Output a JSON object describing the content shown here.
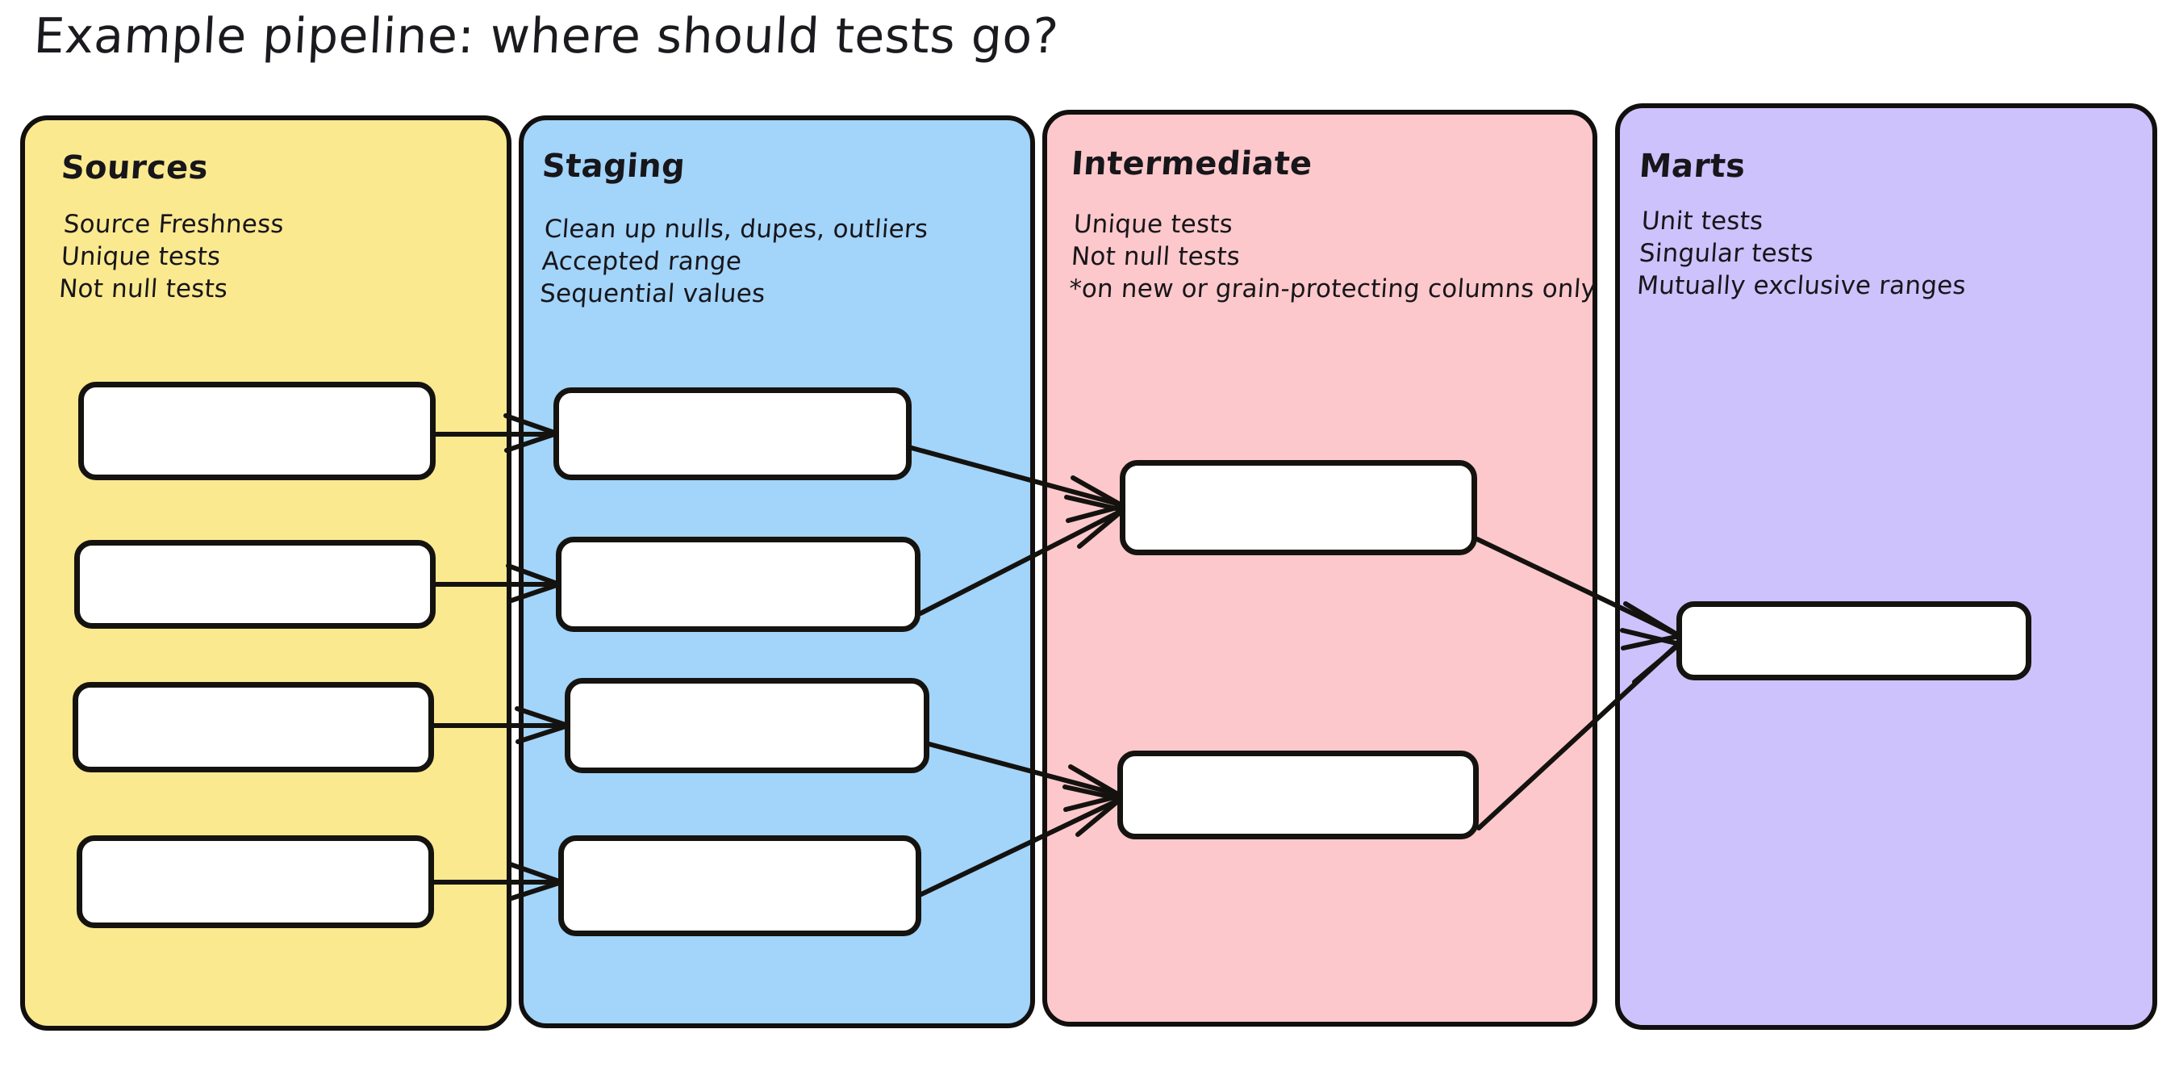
{
  "diagram": {
    "title": "Example pipeline: where should tests go?",
    "background_color": "#ffffff",
    "stroke_color": "#14120f",
    "node_fill": "#ffffff"
  },
  "lanes": [
    {
      "id": "sources",
      "title": "Sources",
      "color": "#fae98f",
      "notes": [
        "Source Freshness",
        "Unique tests",
        "Not null tests"
      ],
      "node_count": 4
    },
    {
      "id": "staging",
      "title": "Staging",
      "color": "#a3d4fa",
      "notes": [
        "Clean up nulls, dupes, outliers",
        "Accepted range",
        "Sequential values"
      ],
      "node_count": 4
    },
    {
      "id": "intermediate",
      "title": "Intermediate",
      "color": "#fcc8cb",
      "notes": [
        "Unique tests",
        "Not null tests",
        "*on new or grain-protecting columns only"
      ],
      "node_count": 2
    },
    {
      "id": "marts",
      "title": "Marts",
      "color": "#cdc2fc",
      "notes": [
        "Unit tests",
        "Singular tests",
        "Mutually exclusive ranges"
      ],
      "node_count": 1
    }
  ],
  "edges": [
    {
      "from": "sources-node-1",
      "to": "staging-node-1"
    },
    {
      "from": "sources-node-2",
      "to": "staging-node-2"
    },
    {
      "from": "sources-node-3",
      "to": "staging-node-3"
    },
    {
      "from": "sources-node-4",
      "to": "staging-node-4"
    },
    {
      "from": "staging-node-1",
      "to": "intermediate-node-1"
    },
    {
      "from": "staging-node-2",
      "to": "intermediate-node-1"
    },
    {
      "from": "staging-node-3",
      "to": "intermediate-node-2"
    },
    {
      "from": "staging-node-4",
      "to": "intermediate-node-2"
    },
    {
      "from": "intermediate-node-1",
      "to": "marts-node-1"
    },
    {
      "from": "intermediate-node-2",
      "to": "marts-node-1"
    }
  ]
}
